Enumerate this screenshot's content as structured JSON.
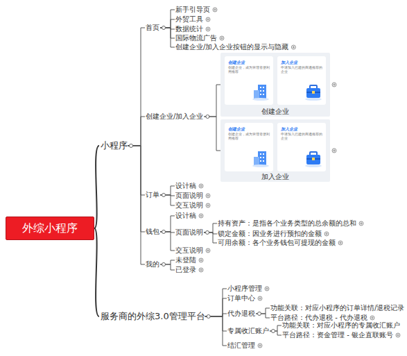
{
  "diagram": {
    "nodes": [
      {
        "text": [
          "外综小程序"
        ]
      },
      {
        "text": [
          "小程序"
        ]
      },
      {
        "text": [
          "首页"
        ]
      },
      {
        "text": [
          "新手引导页"
        ]
      },
      {
        "text": [
          "外贸工具"
        ]
      },
      {
        "text": [
          "数据统计"
        ]
      },
      {
        "text": [
          "国际物流广告"
        ]
      },
      {
        "text": [
          "创建企业/加入企业按钮的显示与隐藏"
        ]
      },
      {
        "text": [
          "创建企业/加入企业"
        ]
      },
      {
        "text": [
          "创建企业"
        ]
      },
      {
        "text": [
          "创建企业",
          "创建企业，成为管理者便利用推荐"
        ],
        "in": 9
      },
      {
        "text": [
          "加入企业",
          "申请加入已建的商通推荐的企业"
        ],
        "in": 9
      },
      {
        "text": [
          "加入企业"
        ]
      },
      {
        "text": [
          "创建企业",
          "创建企业，成为管理者便利用推荐"
        ],
        "in": 12
      },
      {
        "text": [
          "加入企业",
          "申请加入已建的商通推荐的企业"
        ],
        "in": 12
      },
      {
        "text": [
          "订单"
        ]
      },
      {
        "text": [
          "设计稿"
        ]
      },
      {
        "text": [
          "页面说明"
        ]
      },
      {
        "text": [
          "交互说明"
        ]
      },
      {
        "text": [
          "钱包"
        ]
      },
      {
        "text": [
          "设计稿"
        ]
      },
      {
        "text": [
          "页面说明"
        ]
      },
      {
        "text": [
          "持有资产：是指各个业务类型的总余额的总和"
        ]
      },
      {
        "text": [
          "锁定金额：因业务进行预扣的金额"
        ]
      },
      {
        "text": [
          "可用余额：各个业务钱包可提现的金额"
        ]
      },
      {
        "text": [
          "交互说明"
        ]
      },
      {
        "text": [
          "我的"
        ]
      },
      {
        "text": [
          "未登陆"
        ]
      },
      {
        "text": [
          "已登录"
        ]
      },
      {
        "text": [
          "服务商的外综3.0管理平台"
        ]
      },
      {
        "text": [
          "小程序管理"
        ]
      },
      {
        "text": [
          "订单中心"
        ]
      },
      {
        "text": [
          "代办退税"
        ]
      },
      {
        "text": [
          "功能关联：对应小程序的订单详情/退税记录"
        ]
      },
      {
        "text": [
          "平台路径：代办退税 - 代办退税"
        ]
      },
      {
        "text": [
          "专属收汇账户"
        ]
      },
      {
        "text": [
          "功能关联：对应小程序的专属收汇账户"
        ]
      },
      {
        "text": [
          "平台路径：资金管理 - 银企直联账号"
        ]
      },
      {
        "text": [
          "结汇管理"
        ]
      }
    ],
    "edges": [
      {
        "from": 0,
        "to": 1,
        "arrow": "none"
      },
      {
        "from": 0,
        "to": 29,
        "arrow": "none"
      },
      {
        "from": 1,
        "to": 2,
        "arrow": "none"
      },
      {
        "from": 1,
        "to": 8,
        "arrow": "none"
      },
      {
        "from": 1,
        "to": 15,
        "arrow": "none"
      },
      {
        "from": 1,
        "to": 19,
        "arrow": "none"
      },
      {
        "from": 1,
        "to": 26,
        "arrow": "none"
      },
      {
        "from": 2,
        "to": 3,
        "arrow": "none"
      },
      {
        "from": 2,
        "to": 4,
        "arrow": "none"
      },
      {
        "from": 2,
        "to": 5,
        "arrow": "none"
      },
      {
        "from": 2,
        "to": 6,
        "arrow": "none"
      },
      {
        "from": 2,
        "to": 7,
        "arrow": "none"
      },
      {
        "from": 8,
        "to": 9,
        "arrow": "none"
      },
      {
        "from": 8,
        "to": 12,
        "arrow": "none"
      },
      {
        "from": 15,
        "to": 16,
        "arrow": "none"
      },
      {
        "from": 15,
        "to": 17,
        "arrow": "none"
      },
      {
        "from": 15,
        "to": 18,
        "arrow": "none"
      },
      {
        "from": 19,
        "to": 20,
        "arrow": "none"
      },
      {
        "from": 19,
        "to": 21,
        "arrow": "none"
      },
      {
        "from": 19,
        "to": 25,
        "arrow": "none"
      },
      {
        "from": 21,
        "to": 22,
        "arrow": "none"
      },
      {
        "from": 21,
        "to": 23,
        "arrow": "none"
      },
      {
        "from": 21,
        "to": 24,
        "arrow": "none"
      },
      {
        "from": 26,
        "to": 27,
        "arrow": "none"
      },
      {
        "from": 26,
        "to": 28,
        "arrow": "none"
      },
      {
        "from": 29,
        "to": 30,
        "arrow": "none"
      },
      {
        "from": 29,
        "to": 31,
        "arrow": "none"
      },
      {
        "from": 29,
        "to": 32,
        "arrow": "none"
      },
      {
        "from": 29,
        "to": 35,
        "arrow": "none"
      },
      {
        "from": 29,
        "to": 38,
        "arrow": "none"
      },
      {
        "from": 32,
        "to": 33,
        "arrow": "none"
      },
      {
        "from": 32,
        "to": 34,
        "arrow": "none"
      },
      {
        "from": 35,
        "to": 36,
        "arrow": "none"
      },
      {
        "from": 35,
        "to": 37,
        "arrow": "none"
      }
    ]
  }
}
